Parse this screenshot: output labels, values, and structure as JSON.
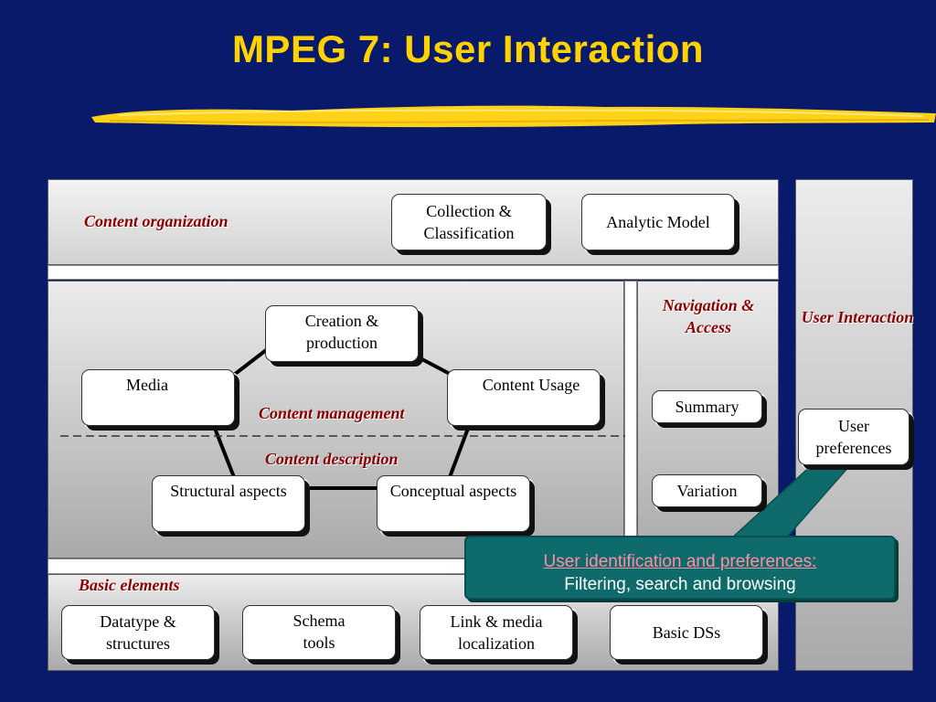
{
  "slide": {
    "title": "MPEG 7: User Interaction"
  },
  "diagram": {
    "content_organization": {
      "label": "Content organization",
      "boxes": [
        "Collection & Classification",
        "Analytic Model"
      ]
    },
    "content_management": {
      "label": "Content management",
      "description_label": "Content description",
      "boxes": {
        "creation": "Creation & production",
        "media": "Media",
        "usage": "Content Usage",
        "structural": "Structural aspects",
        "conceptual": "Conceptual aspects"
      }
    },
    "navigation": {
      "label": "Navigation & Access",
      "boxes": [
        "Summary",
        "Variation"
      ]
    },
    "user_interaction": {
      "label": "User Interaction",
      "box": "User preferences"
    },
    "basic_elements": {
      "label": "Basic elements",
      "boxes": [
        "Datatype & structures",
        "Schema tools",
        "Link & media localization",
        "Basic DSs"
      ]
    },
    "callout": {
      "title": "User identification and preferences:",
      "subtitle": "Filtering, search and browsing"
    }
  },
  "colors": {
    "background": "#0a1a6b",
    "title": "#ffd200",
    "label": "#8b0000",
    "callout": "#0f6b6b",
    "callout_title": "#ff8ea0"
  }
}
